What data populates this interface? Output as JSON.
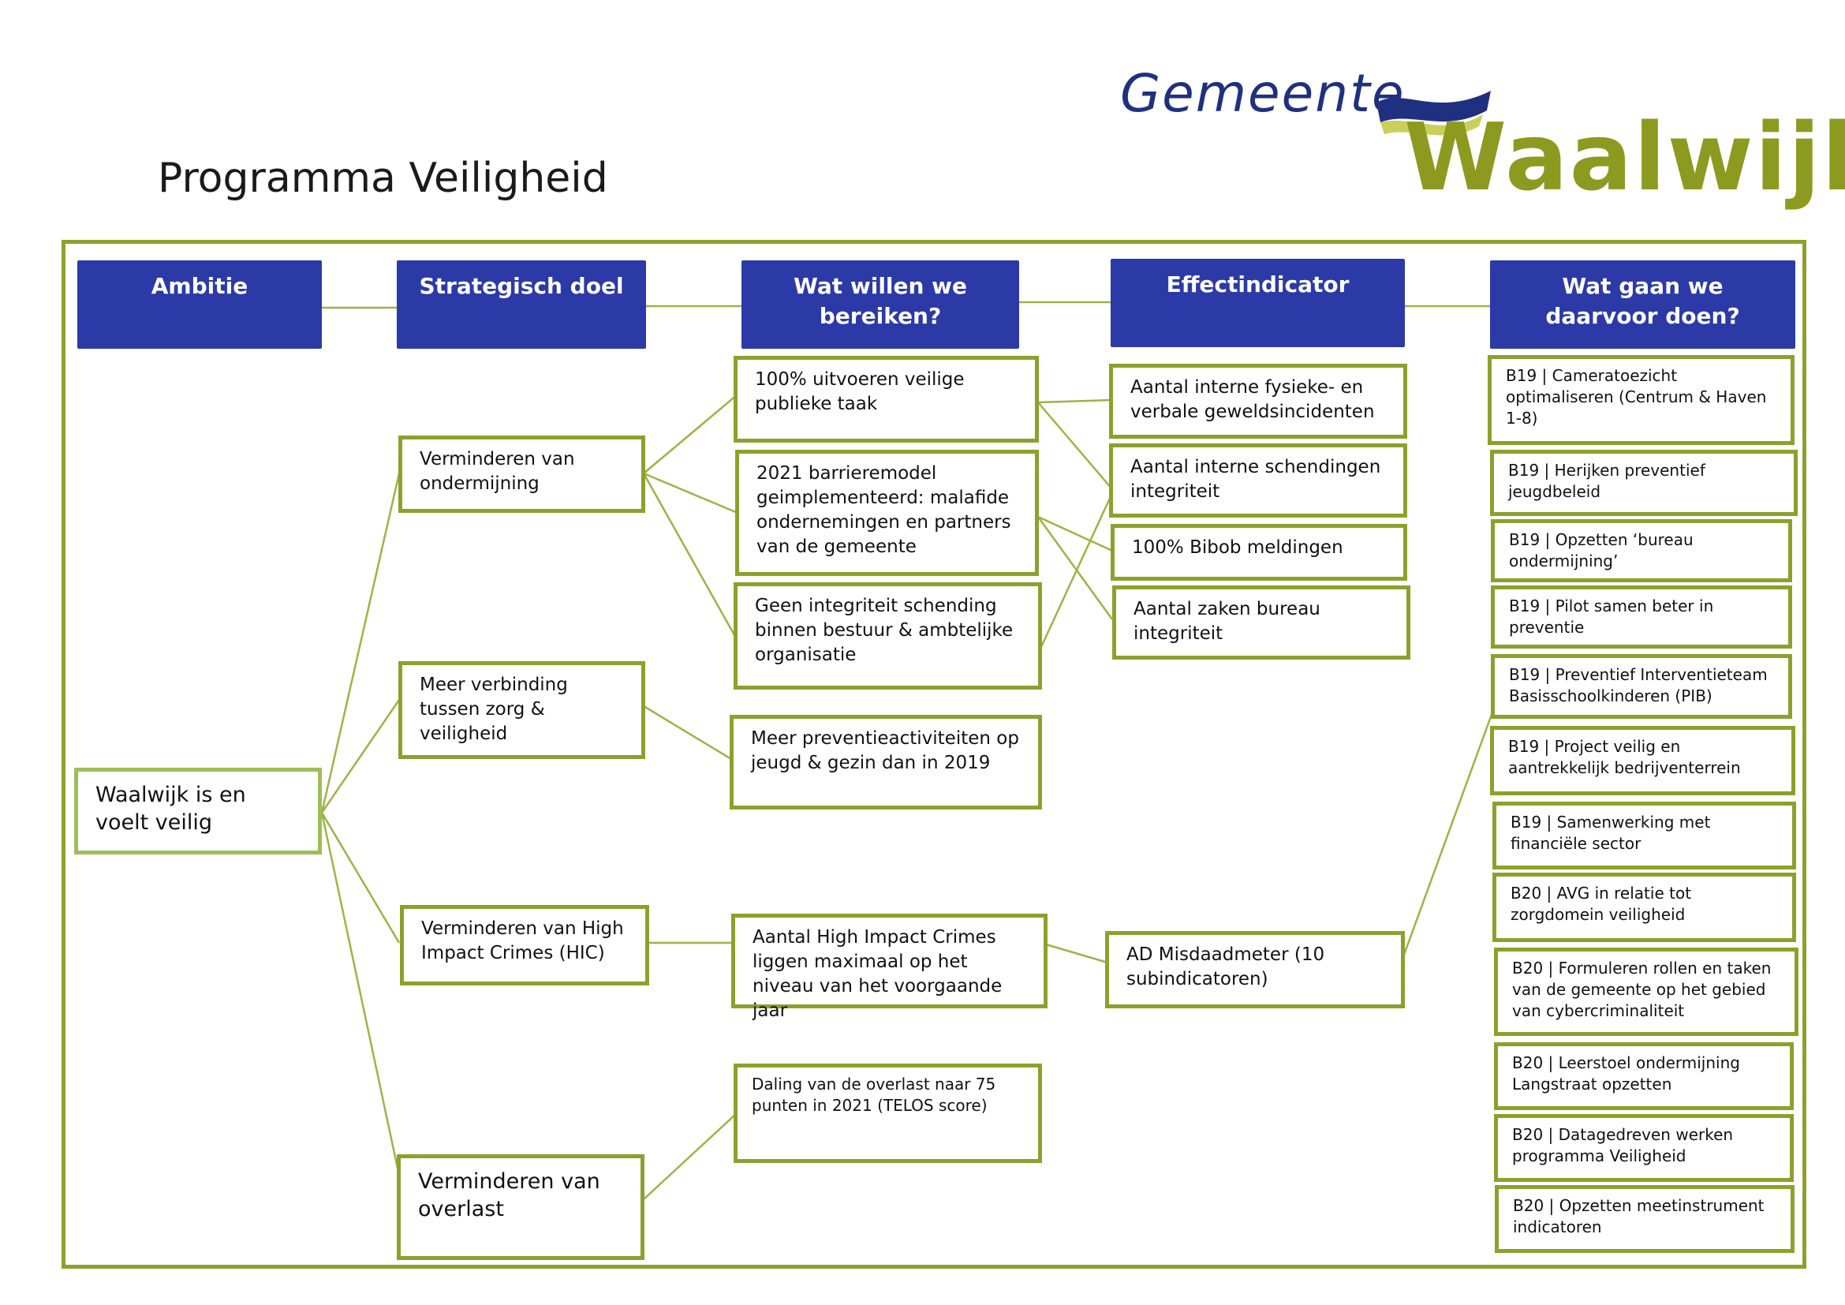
{
  "page": {
    "title": "Programma Veiligheid"
  },
  "logo": {
    "line1": "Gemeente",
    "line2": "Waalwijk"
  },
  "colors": {
    "header_fill": "#2b3aa6",
    "box_border": "#8ca12b",
    "connector": "#9db347",
    "logo_blue": "#203080",
    "logo_green": "#8c9a20"
  },
  "headers": {
    "ambitie": "Ambitie",
    "strategisch": "Strategisch doel",
    "willen": "Wat willen we bereiken?",
    "effect": "Effectindicator",
    "doen": "Wat gaan we daarvoor doen?"
  },
  "ambitie": {
    "text": "Waalwijk is en voelt veilig"
  },
  "strategisch": [
    "Verminderen van ondermijning",
    "Meer verbinding tussen zorg & veiligheid",
    "Verminderen van High Impact Crimes (HIC)",
    "Verminderen van overlast"
  ],
  "willen": [
    "100% uitvoeren veilige publieke taak",
    "2021 barrieremodel geimplementeerd: malafide ondernemingen en partners van de gemeente",
    "Geen integriteit schending binnen bestuur & ambtelijke organisatie",
    "Meer preventieactiviteiten op jeugd & gezin dan in 2019",
    "Aantal High Impact Crimes liggen maximaal op het niveau van het voorgaande jaar",
    "Daling van de overlast naar 75 punten in 2021 (TELOS score)"
  ],
  "effect": [
    "Aantal interne fysieke- en verbale geweldsincidenten",
    "Aantal interne schendingen integriteit",
    "100% Bibob meldingen",
    "Aantal zaken bureau integriteit",
    "AD Misdaadmeter (10 subindicatoren)"
  ],
  "doen": [
    "B19 | Cameratoezicht optimaliseren (Centrum & Haven 1-8)",
    "B19 | Herijken preventief jeugdbeleid",
    "B19 | Opzetten ‘bureau ondermijning’",
    "B19 | Pilot samen beter in preventie",
    "B19 | Preventief Interventieteam Basisschoolkinderen (PIB)",
    "B19 | Project veilig en aantrekkelijk bedrijventerrein",
    "B19 | Samenwerking met financiële sector",
    "B20 | AVG in relatie tot zorgdomein veiligheid",
    "B20 | Formuleren rollen en taken van de gemeente op het gebied van cybercriminaliteit",
    "B20 | Leerstoel ondermijning Langstraat opzetten",
    "B20 | Datagedreven werken programma Veiligheid",
    "B20 | Opzetten meetinstrument indicatoren"
  ]
}
